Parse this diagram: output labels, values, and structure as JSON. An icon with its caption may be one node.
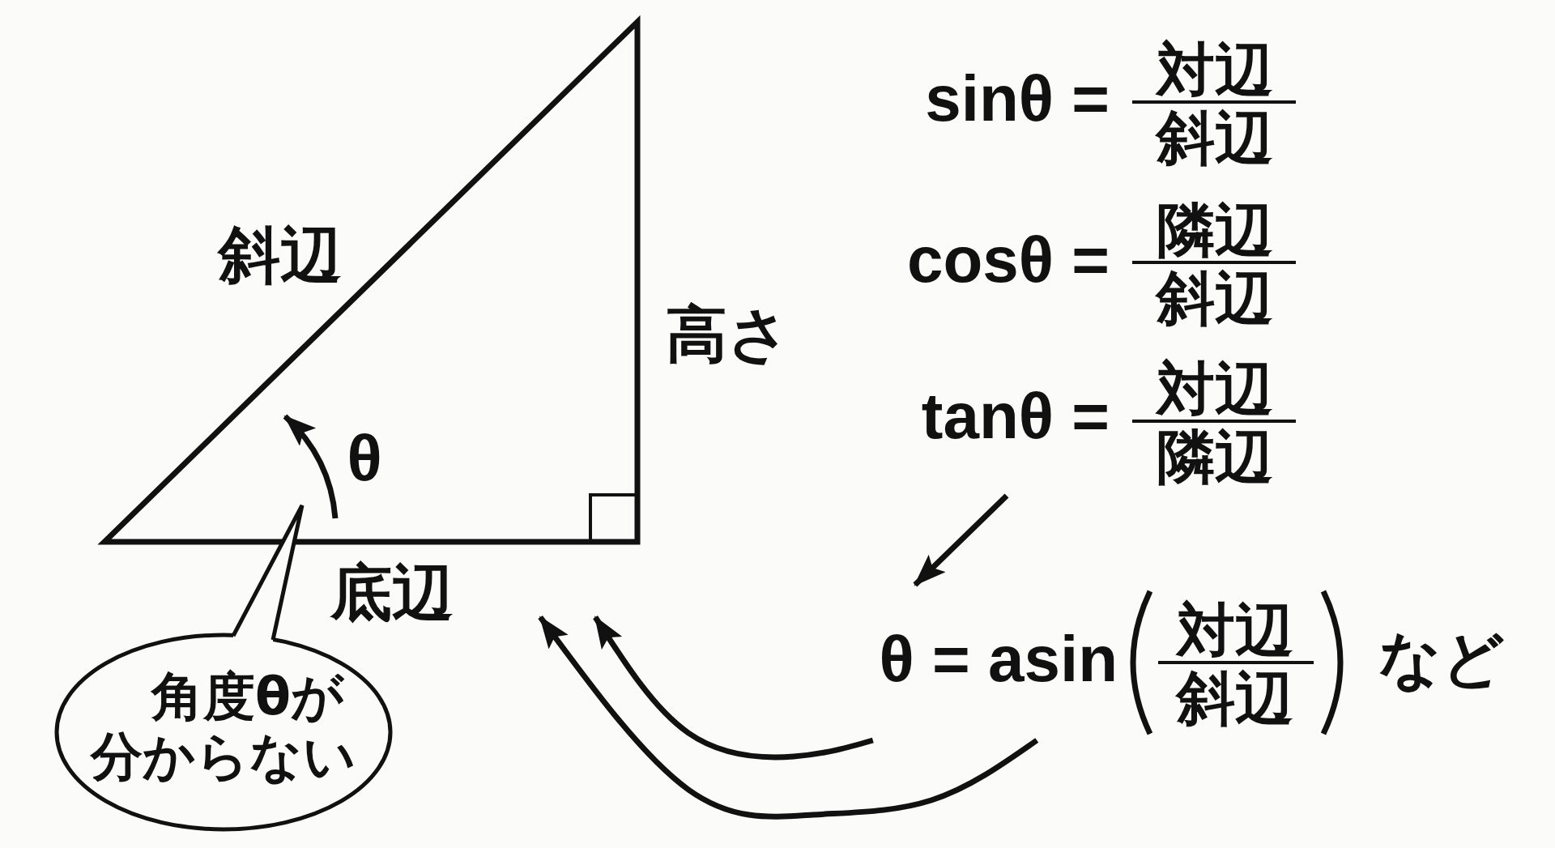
{
  "diagram": {
    "nodes": [
      {
        "text": [
          "θ"
        ],
        "beside": [
          "斜辺",
          "高さ",
          "底辺"
        ]
      },
      {
        "text": [
          "角度θが分からない"
        ]
      },
      {
        "text": [
          "sinθ =",
          "対辺",
          "斜辺",
          "cosθ =",
          "隣辺",
          "斜辺",
          "tanθ =",
          "対辺",
          "隣辺"
        ]
      },
      {
        "text": [
          "θ = asin",
          "対辺",
          "斜辺",
          "など"
        ]
      }
    ],
    "edges": [
      {
        "from": 2,
        "to": 3,
        "arrow": "to"
      },
      {
        "from": 3,
        "to": 0,
        "arrow": "to"
      },
      {
        "from": 3,
        "to": 0,
        "arrow": "to"
      }
    ]
  }
}
